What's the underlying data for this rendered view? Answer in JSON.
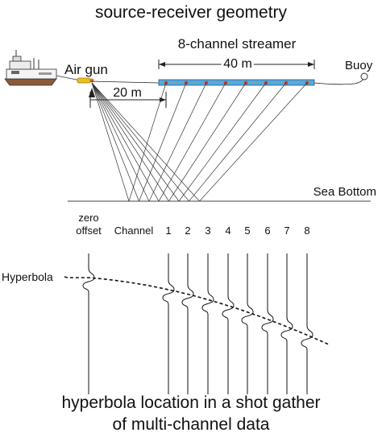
{
  "title": "source-receiver geometry",
  "streamer_label": "8-channel streamer",
  "streamer_length": "40 m",
  "airgun_label": "Air gun",
  "offset_label": "20 m",
  "buoy_label": "Buoy",
  "sea_bottom_label": "Sea Bottom",
  "zero_offset_line1": "zero",
  "zero_offset_line2": "offset",
  "channel_header": "Channel",
  "channels": [
    "1",
    "2",
    "3",
    "4",
    "5",
    "6",
    "7",
    "8"
  ],
  "hyperbola_label": "Hyperbola",
  "caption_line1": "hyperbola location in a shot gather",
  "caption_line2": "of multi-channel data",
  "colors": {
    "streamer": "#5aa7d8",
    "receiver": "#c0392b",
    "airgun": "#e8c020",
    "line": "#222222"
  }
}
